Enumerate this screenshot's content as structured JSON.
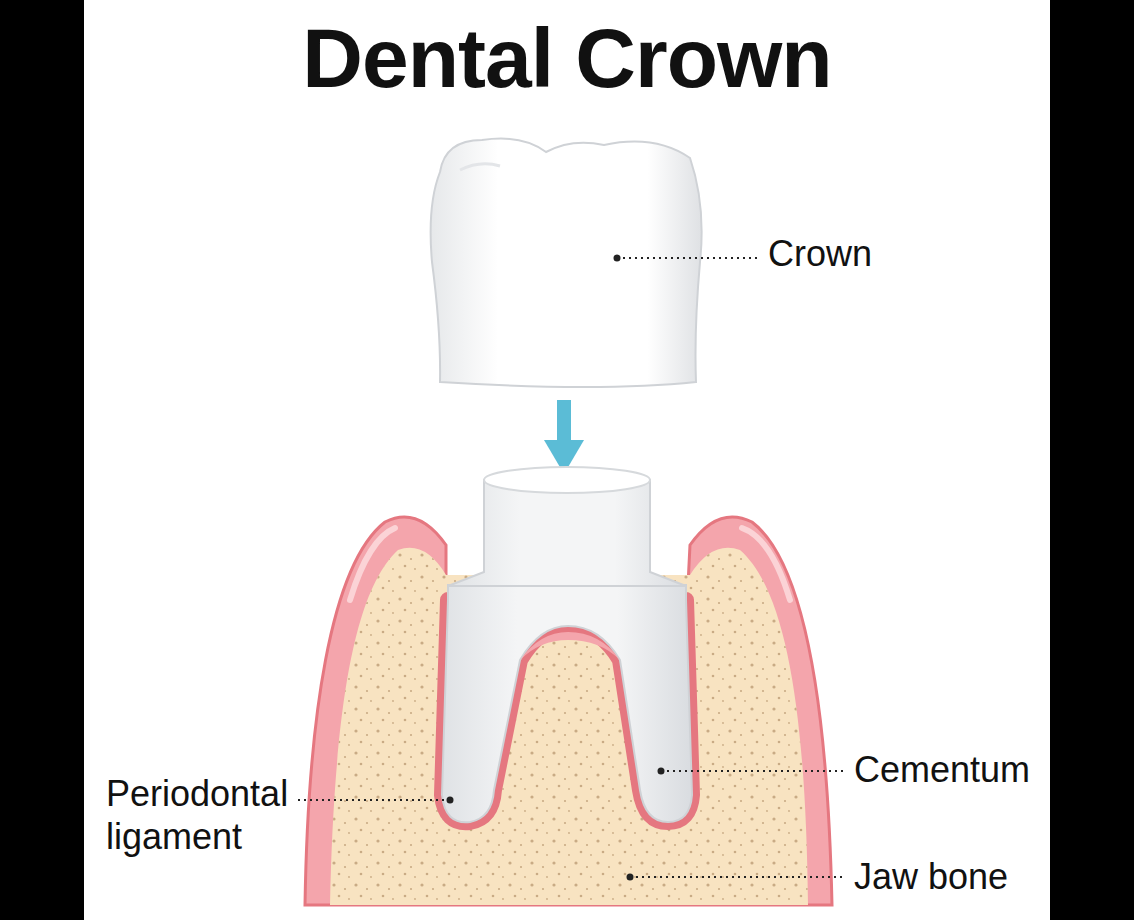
{
  "diagram": {
    "title": "Dental Crown",
    "labels": [
      "Crown",
      "Periodontal ligament",
      "Cementum",
      "Jaw bone"
    ]
  }
}
